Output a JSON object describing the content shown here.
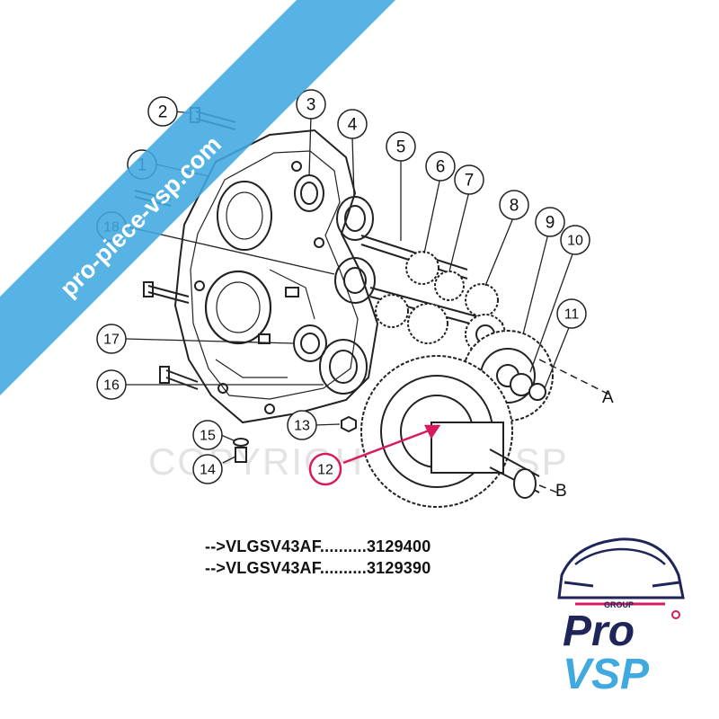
{
  "watermark": {
    "banner_text": "pro-piece-vsp.com",
    "copyright_text": "COPYRIGHT PROVSP",
    "banner_color": "#3fa9e0"
  },
  "callouts": [
    {
      "id": "1",
      "label": "1"
    },
    {
      "id": "2",
      "label": "2"
    },
    {
      "id": "3",
      "label": "3"
    },
    {
      "id": "4",
      "label": "4"
    },
    {
      "id": "5",
      "label": "5"
    },
    {
      "id": "6",
      "label": "6"
    },
    {
      "id": "7",
      "label": "7"
    },
    {
      "id": "8",
      "label": "8"
    },
    {
      "id": "9",
      "label": "9"
    },
    {
      "id": "10",
      "label": "10"
    },
    {
      "id": "11",
      "label": "11"
    },
    {
      "id": "12",
      "label": "12",
      "highlight_color": "#d81b60"
    },
    {
      "id": "13",
      "label": "13"
    },
    {
      "id": "14",
      "label": "14"
    },
    {
      "id": "15",
      "label": "15"
    },
    {
      "id": "16",
      "label": "16"
    },
    {
      "id": "17",
      "label": "17"
    },
    {
      "id": "18",
      "label": "18"
    }
  ],
  "axes": {
    "a_label": "A",
    "b_label": "B"
  },
  "references": [
    "-->VLGSV43AF..........3129400",
    "-->VLGSV43AF..........3129390"
  ],
  "logo": {
    "group_text": "GROUP",
    "brand_top": "Pro",
    "brand_bottom": "VSP",
    "primary_color": "#1f2559",
    "accent_color": "#d81b60",
    "vsp_color": "#3fa9e0"
  }
}
